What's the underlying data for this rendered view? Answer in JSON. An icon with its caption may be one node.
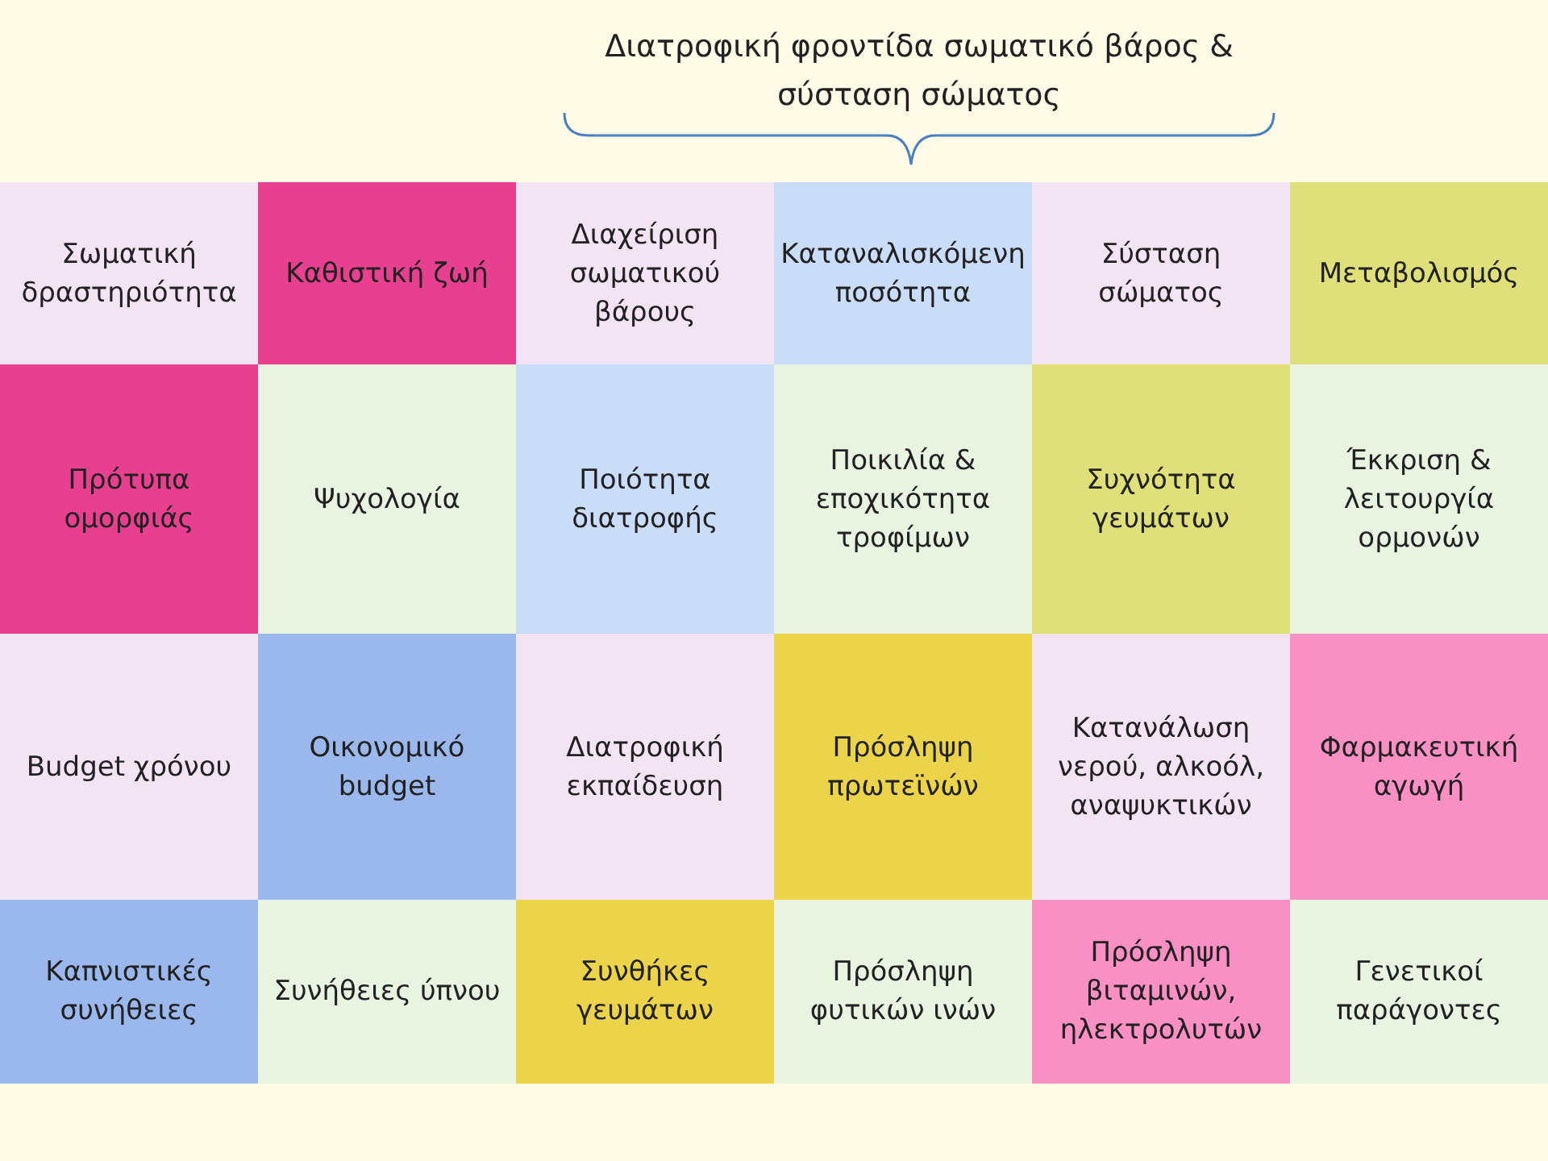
{
  "diagram": {
    "title": "Διατροφική φροντίδα σωματικό βάρος & σύσταση σώματος",
    "nodes": [
      {
        "text": [
          "Σωματική δραστηριότητα"
        ]
      },
      {
        "text": [
          "Καθιστική ζωή"
        ]
      },
      {
        "text": [
          "Διαχείριση σωματικού βάρους"
        ]
      },
      {
        "text": [
          "Καταναλισκόμενη ποσότητα"
        ]
      },
      {
        "text": [
          "Σύσταση σώματος"
        ]
      },
      {
        "text": [
          "Μεταβολισμός"
        ]
      },
      {
        "text": [
          "Πρότυπα ομορφιάς"
        ]
      },
      {
        "text": [
          "Ψυχολογία"
        ]
      },
      {
        "text": [
          "Ποιότητα διατροφής"
        ]
      },
      {
        "text": [
          "Ποικιλία & εποχικότητα τροφίμων"
        ]
      },
      {
        "text": [
          "Συχνότητα γευμάτων"
        ]
      },
      {
        "text": [
          "Έκκριση & λειτουργία ορμονών"
        ]
      },
      {
        "text": [
          "Budget χρόνου"
        ]
      },
      {
        "text": [
          "Οικονομικό budget"
        ]
      },
      {
        "text": [
          "Διατροφική εκπαίδευση"
        ]
      },
      {
        "text": [
          "Πρόσληψη πρωτεϊνών"
        ]
      },
      {
        "text": [
          "Κατανάλωση νερού, αλκοόλ, αναψυκτικών"
        ]
      },
      {
        "text": [
          "Φαρμακευτική αγωγή"
        ]
      },
      {
        "text": [
          "Καπνιστικές συνήθειες"
        ]
      },
      {
        "text": [
          "Συνήθειες ύπνου"
        ]
      },
      {
        "text": [
          "Συνθήκες γευμάτων"
        ]
      },
      {
        "text": [
          "Πρόσληψη φυτικών ινών"
        ]
      },
      {
        "text": [
          "Πρόσληψη βιταμινών, ηλεκτρολυτών"
        ]
      },
      {
        "text": [
          "Γενετικοί παράγοντες"
        ]
      }
    ],
    "edges": []
  }
}
